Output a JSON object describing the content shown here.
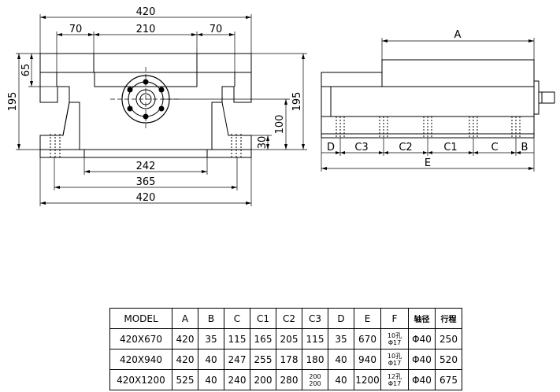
{
  "front_view": {
    "dims": {
      "overall_width": "420",
      "side_left": "70",
      "center": "210",
      "side_right": "70",
      "height_upper": "65",
      "height_total_left": "195",
      "height_total_right": "195",
      "height_100": "100",
      "height_30": "30",
      "bottom_242": "242",
      "bottom_365": "365",
      "bottom_420": "420"
    }
  },
  "side_view": {
    "labels": {
      "A": "A",
      "D": "D",
      "C3": "C3",
      "C2": "C2",
      "C1": "C1",
      "C": "C",
      "B": "B",
      "E": "E"
    }
  },
  "table": {
    "header": [
      "MODEL",
      "A",
      "B",
      "C",
      "C1",
      "C2",
      "C3",
      "D",
      "E",
      "F",
      "轴径",
      "行程"
    ],
    "rows": [
      [
        "420X670",
        "420",
        "35",
        "115",
        "165",
        "205",
        "115",
        "35",
        "670",
        [
          "10孔",
          "Φ17"
        ],
        "Φ40",
        "250"
      ],
      [
        "420X940",
        "420",
        "40",
        "247",
        "255",
        "178",
        "180",
        "40",
        "940",
        [
          "10孔",
          "Φ17"
        ],
        "Φ40",
        "520"
      ],
      [
        "420X1200",
        "525",
        "40",
        "240",
        "200",
        "280",
        [
          "200",
          "200"
        ],
        "40",
        "1200",
        [
          "12孔",
          "Φ17"
        ],
        "Φ40",
        "675"
      ]
    ]
  }
}
